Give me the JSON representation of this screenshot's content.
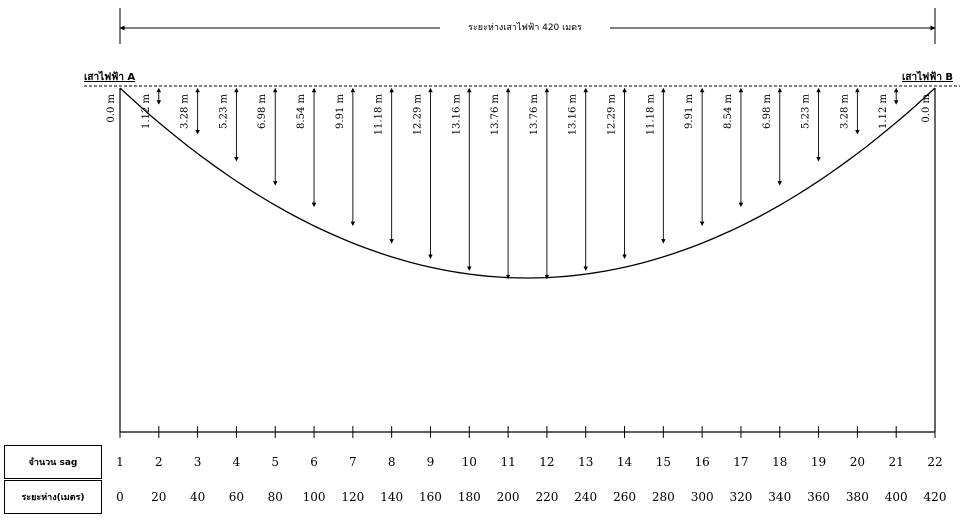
{
  "poles": {
    "left": "เสาไฟฟ้า A",
    "right": "เสาไฟฟ้า B"
  },
  "span_label": "ระยะห่างเสาไฟฟ้า 420 เมตร",
  "rows": {
    "sag_count_label": "จำนวน sag",
    "distance_label": "ระยะห่าง(เมตร)"
  },
  "sag_numbers": [
    "1",
    "2",
    "3",
    "4",
    "5",
    "6",
    "7",
    "8",
    "9",
    "10",
    "11",
    "12",
    "13",
    "14",
    "15",
    "16",
    "17",
    "18",
    "19",
    "20",
    "21",
    "22"
  ],
  "distances": [
    "0",
    "20",
    "40",
    "60",
    "80",
    "100",
    "120",
    "140",
    "160",
    "180",
    "200",
    "220",
    "240",
    "260",
    "280",
    "300",
    "320",
    "340",
    "360",
    "380",
    "400",
    "420"
  ],
  "sag_labels": [
    "0.0 m",
    "1.12 m",
    "3.28 m",
    "5.23 m",
    "6.98 m",
    "8.54 m",
    "9.91 m",
    "11.18 m",
    "12.29 m",
    "13.16 m",
    "13.76 m",
    "13.76 m",
    "13.16 m",
    "12.29 m",
    "11.18 m",
    "9.91 m",
    "8.54 m",
    "6.98 m",
    "5.23 m",
    "3.28 m",
    "1.12 m",
    "0.0 m"
  ],
  "chart_data": {
    "type": "line",
    "title": "",
    "x": [
      0,
      20,
      40,
      60,
      80,
      100,
      120,
      140,
      160,
      180,
      200,
      220,
      240,
      260,
      280,
      300,
      320,
      340,
      360,
      380,
      400,
      420
    ],
    "sag_m": [
      0.0,
      1.12,
      3.28,
      5.23,
      6.98,
      8.54,
      9.91,
      11.18,
      12.29,
      13.16,
      13.76,
      13.76,
      13.16,
      12.29,
      11.18,
      9.91,
      8.54,
      6.98,
      5.23,
      3.28,
      1.12,
      0.0
    ]
  }
}
